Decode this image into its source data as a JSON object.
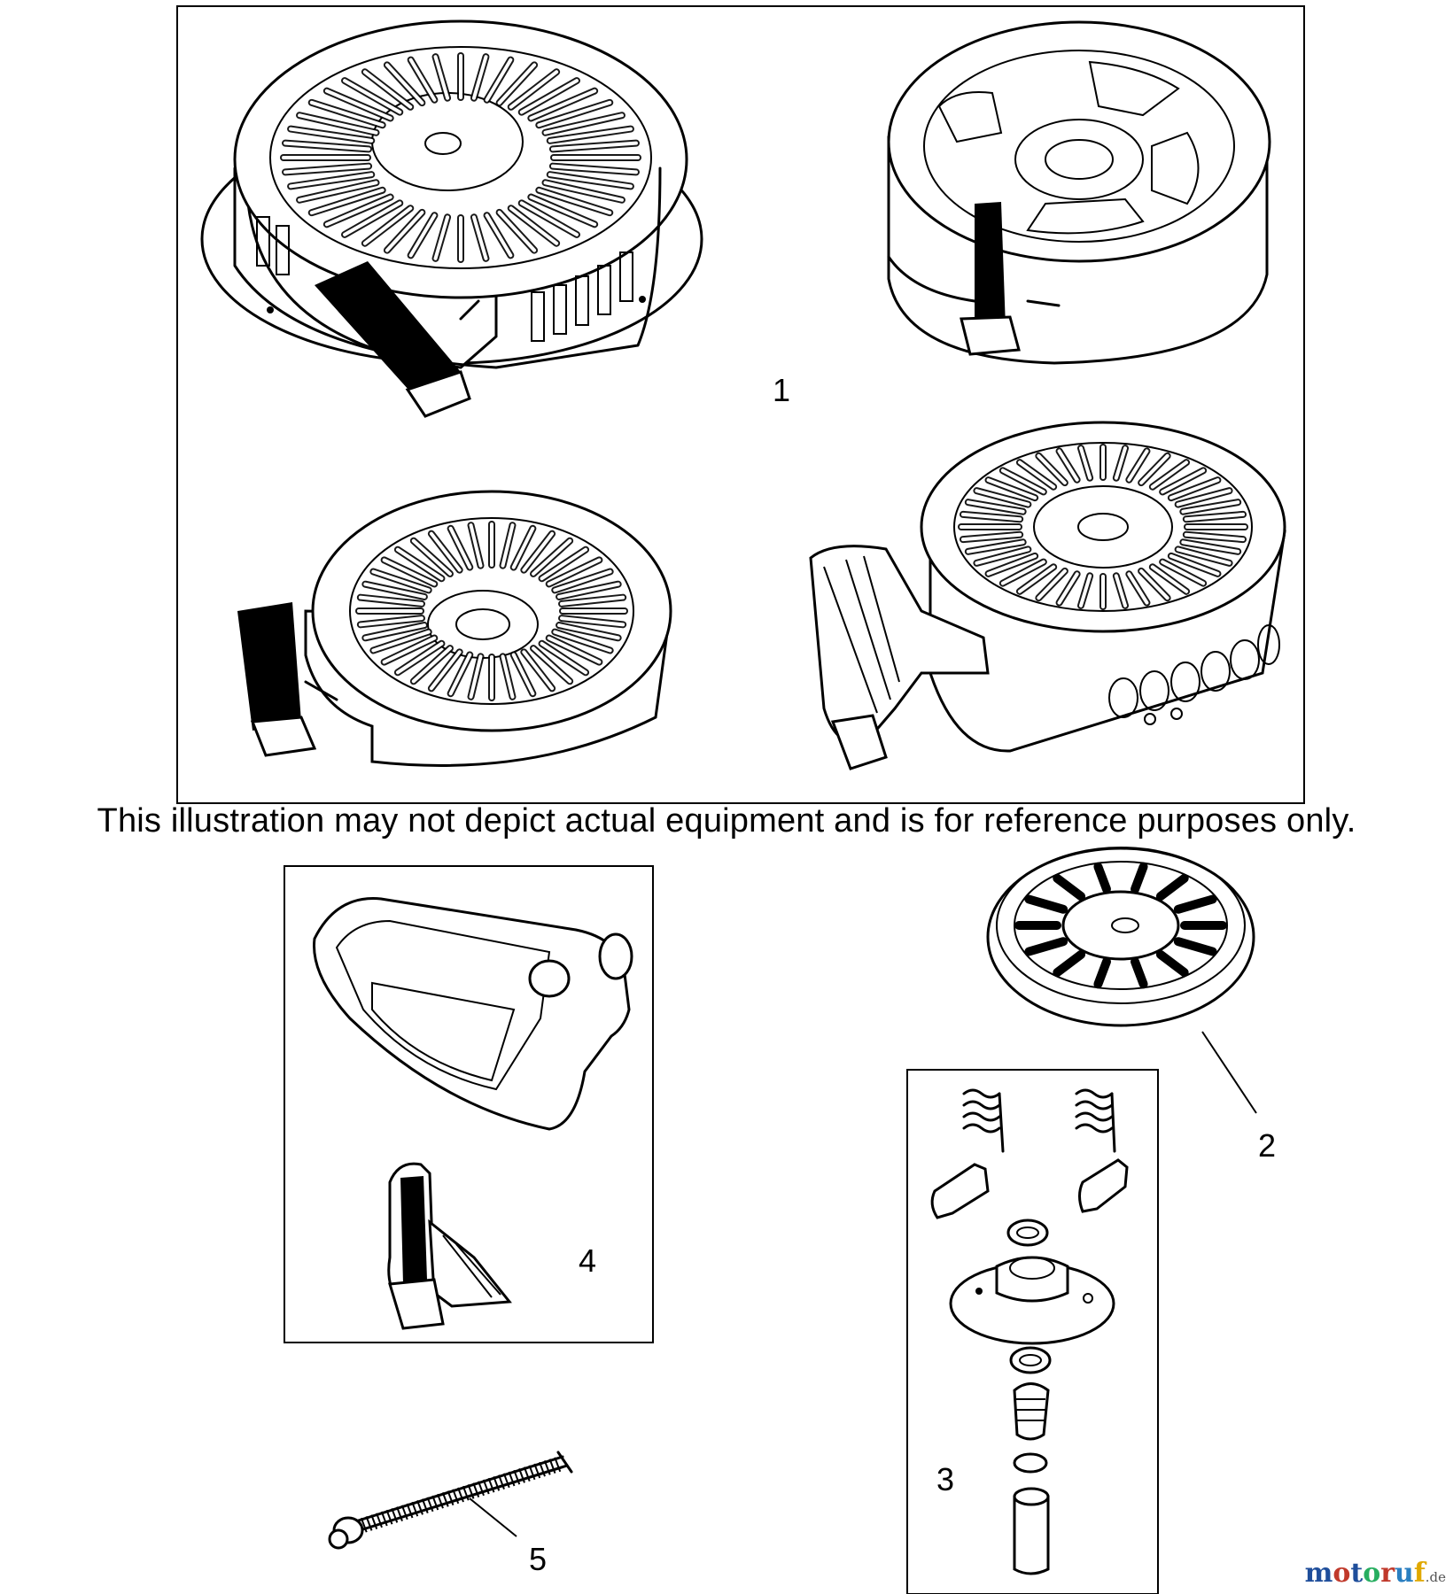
{
  "note": "This illustration may not depict actual equipment and is for reference purposes only.",
  "callouts": [
    "1",
    "2",
    "3",
    "4",
    "5"
  ],
  "watermark": {
    "name": "motoruf",
    "tld": ".de"
  }
}
